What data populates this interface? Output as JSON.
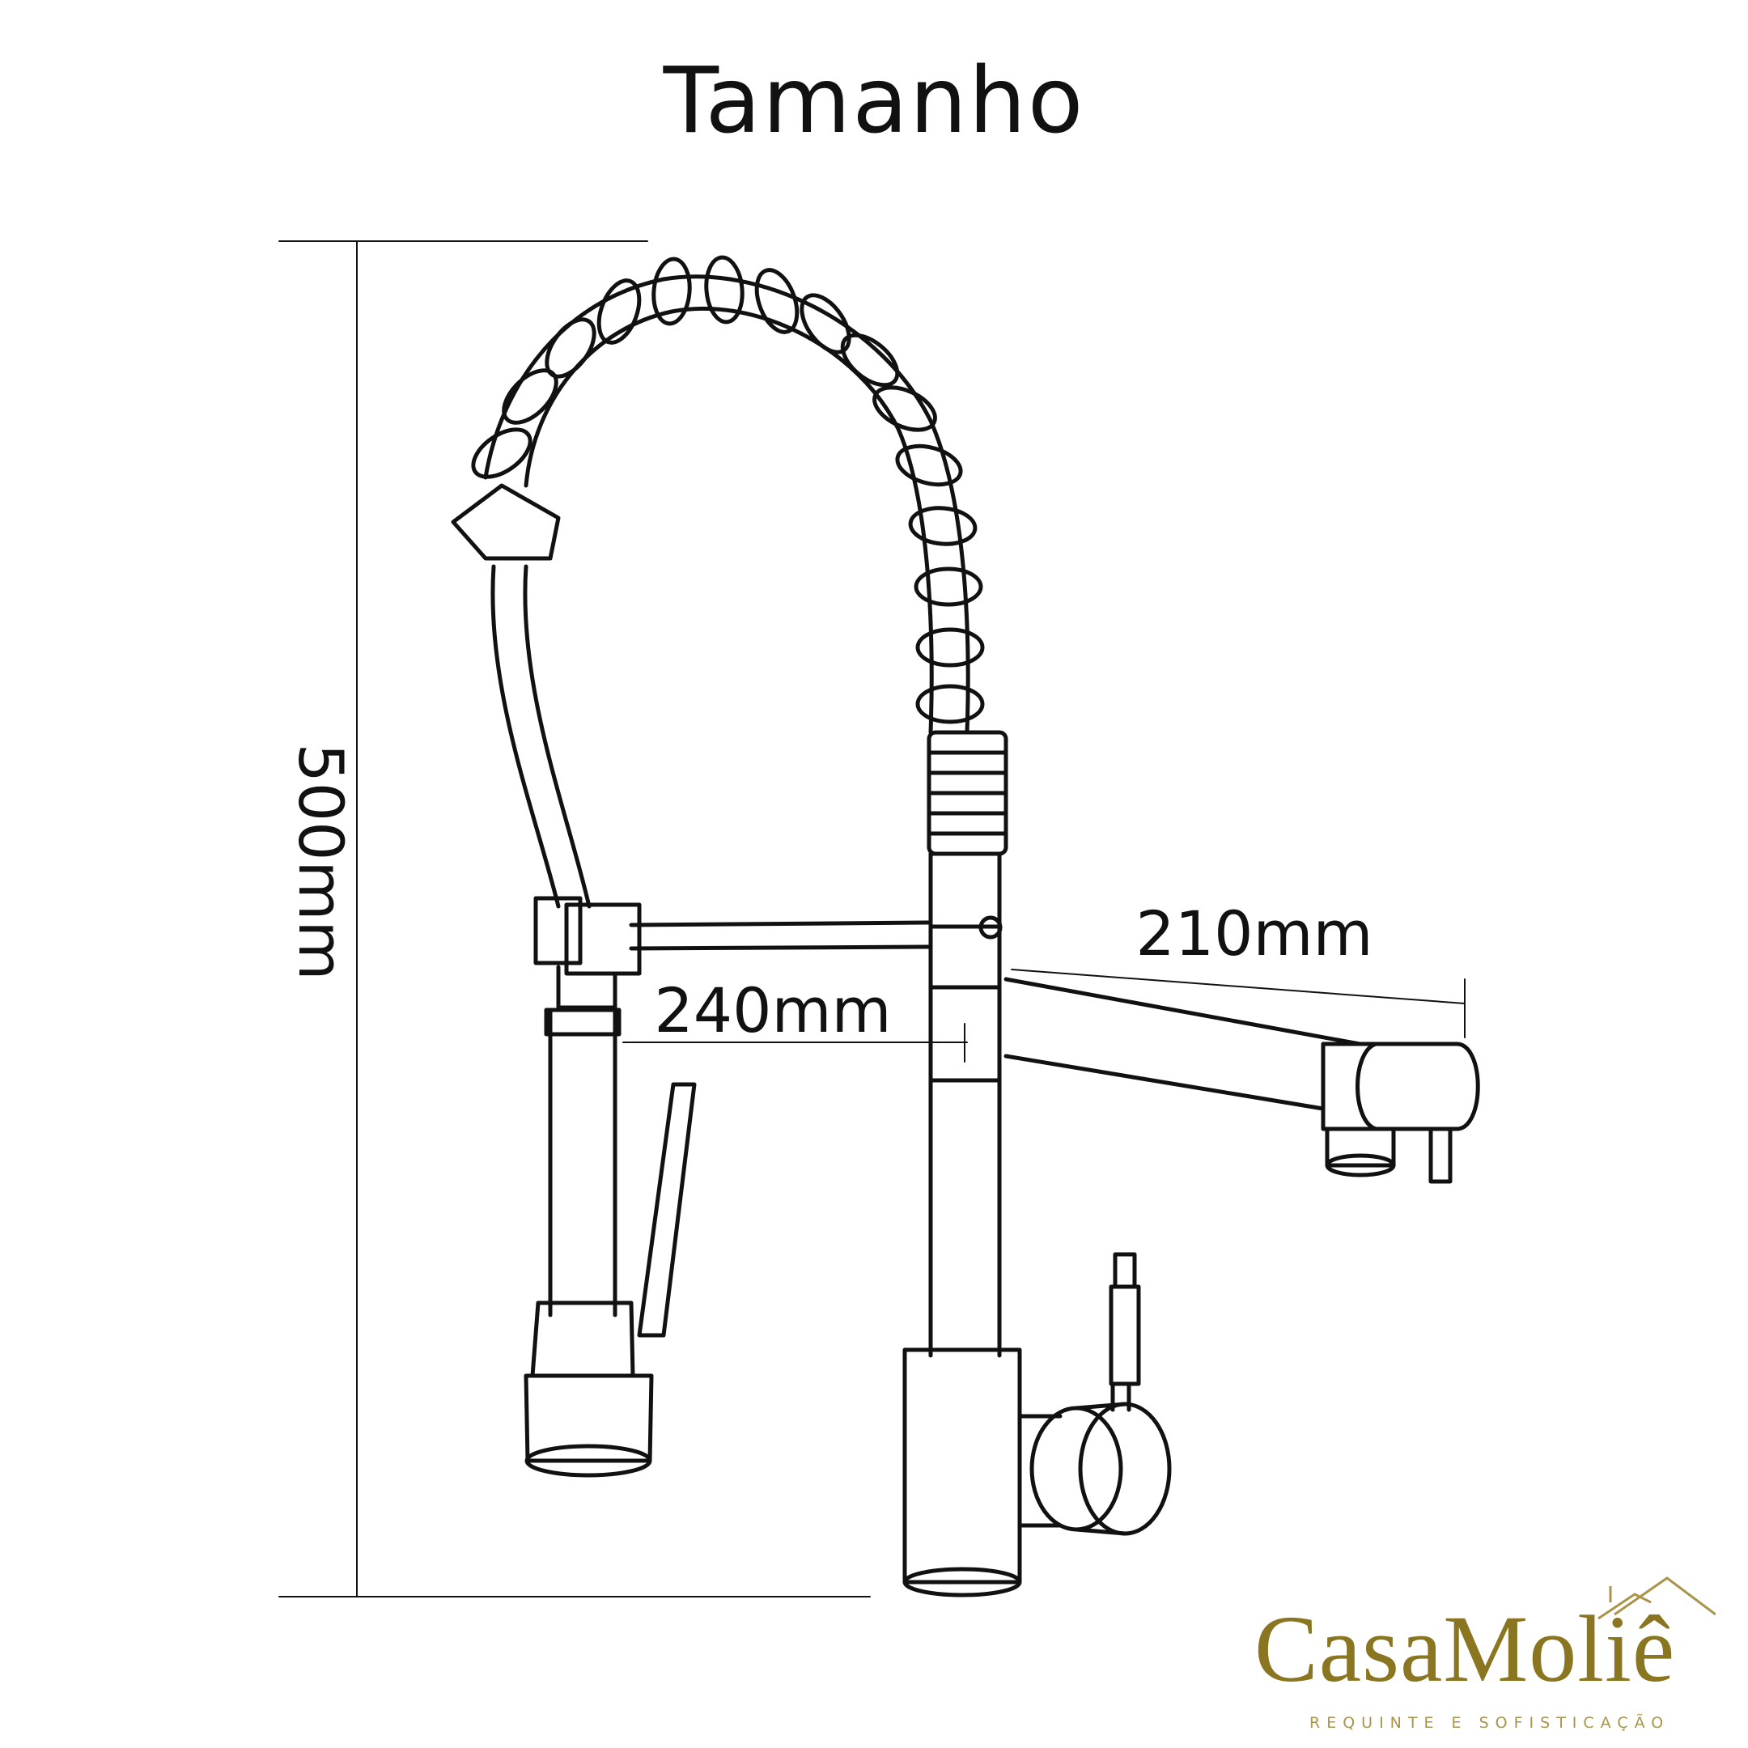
{
  "title": "Tamanho",
  "dimensions": {
    "height": "500mm",
    "reach": "240mm",
    "spout": "210mm"
  },
  "brand": {
    "name": "CasaMoliê",
    "tagline": "REQUINTE E SOFISTICAÇÃO",
    "color": "#8a7520"
  },
  "line_color": "#111111"
}
